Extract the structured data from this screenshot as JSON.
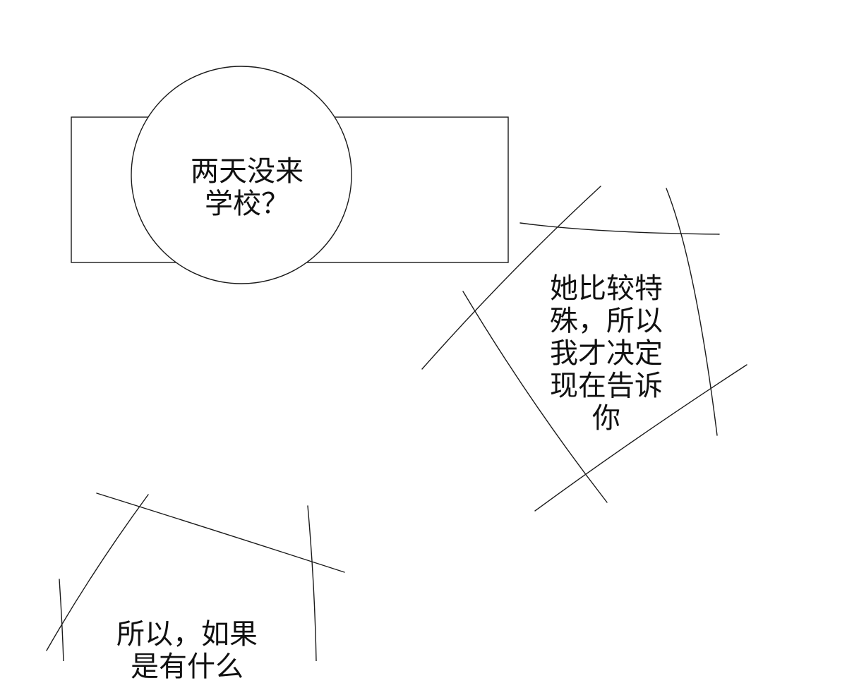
{
  "panel": {
    "background": "#ffffff",
    "line_color": "#1a1a1a",
    "text_color": "#111111"
  },
  "bubbles": {
    "round": {
      "lines": [
        "两天没来",
        "学校？"
      ]
    },
    "right_sketch": {
      "lines": [
        "她比较特",
        "殊，所以",
        "我才决定",
        "现在告诉",
        "你"
      ]
    },
    "bottom_sketch": {
      "lines": [
        "所以，如果",
        "是有什么"
      ]
    }
  }
}
